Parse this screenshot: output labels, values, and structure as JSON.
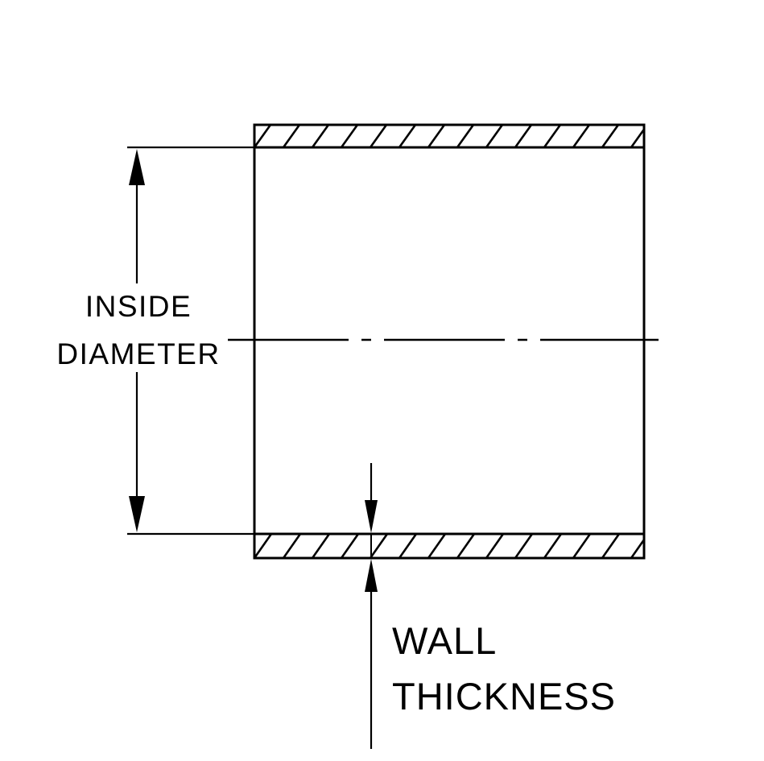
{
  "drawing": {
    "type": "technical-cross-section-tube",
    "labels": {
      "inside_diameter": {
        "line1": "INSIDE",
        "line2": "DIAMETER"
      },
      "wall_thickness": {
        "line1": "WALL",
        "line2": "THICKNESS"
      }
    },
    "colors": {
      "ink": "#000000",
      "background": "#ffffff"
    }
  }
}
